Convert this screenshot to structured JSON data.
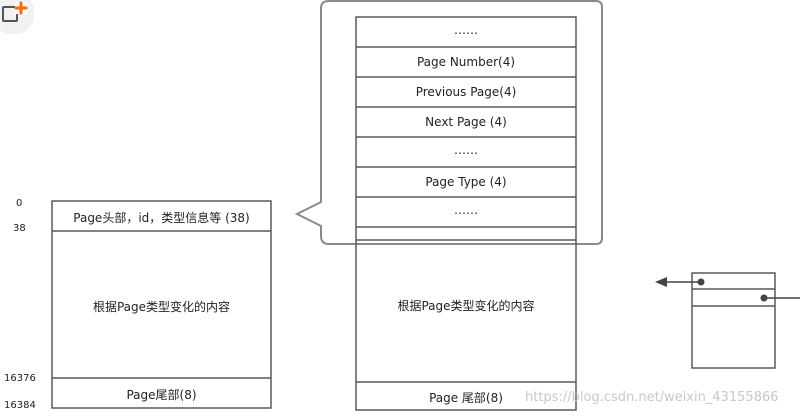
{
  "toolbar": {
    "add_icon": "add-box-icon",
    "accent": "#ff6a00"
  },
  "left_page": {
    "offsets": {
      "o0": "0",
      "o38": "38",
      "o16376": "16376",
      "o16384": "16384"
    },
    "header_label": "Page头部，id，类型信息等 (38)",
    "body_label": "根据Page类型变化的内容",
    "tail_label": "Page尾部(8)"
  },
  "header_detail": {
    "rows": [
      "……",
      "Page Number(4)",
      "Previous Page(4)",
      "Next Page (4)",
      "……",
      "Page Type (4)",
      "……"
    ]
  },
  "right_page": {
    "body_label": "根据Page类型变化的内容",
    "tail_label": "Page 尾部(8)"
  },
  "watermark": "https://blog.csdn.net/weixin_43155866",
  "colors": {
    "stroke": "#5a5a5a",
    "callout": "#8a8a8a",
    "arrow": "#444444"
  }
}
